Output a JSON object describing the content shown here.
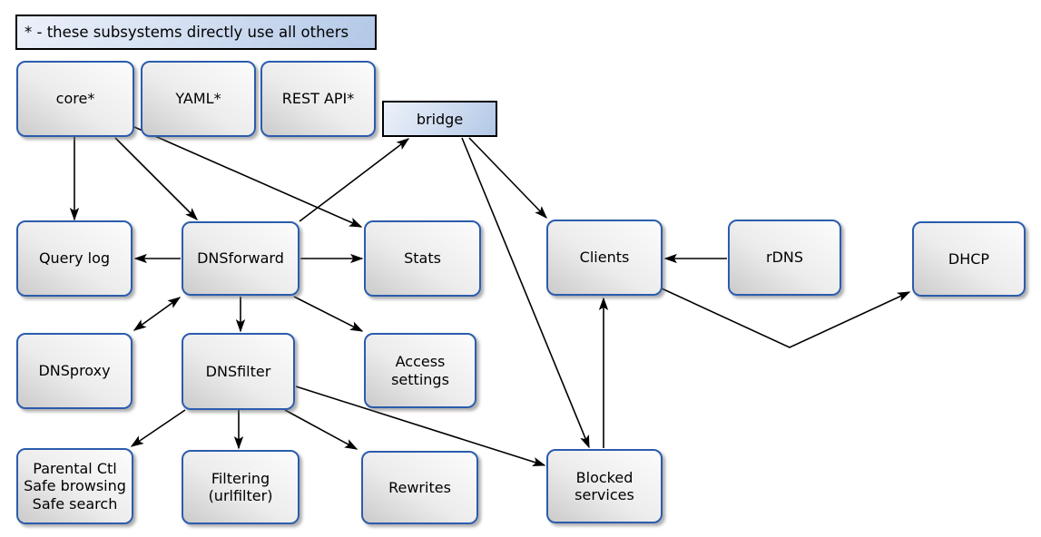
{
  "legend": {
    "text": "* - these subsystems directly use all others"
  },
  "nodes": {
    "core": {
      "label": "core*"
    },
    "yaml": {
      "label": "YAML*"
    },
    "restapi": {
      "label": "REST API*"
    },
    "bridge": {
      "label": "bridge"
    },
    "querylog": {
      "label": "Query log"
    },
    "dnsforward": {
      "label": "DNSforward"
    },
    "stats": {
      "label": "Stats"
    },
    "clients": {
      "label": "Clients"
    },
    "rdns": {
      "label": "rDNS"
    },
    "dhcp": {
      "label": "DHCP"
    },
    "dnsproxy": {
      "label": "DNSproxy"
    },
    "dnsfilter": {
      "label": "DNSfilter"
    },
    "access": {
      "lines": [
        "Access",
        "settings"
      ]
    },
    "parental": {
      "lines": [
        "Parental Ctl",
        "Safe browsing",
        "Safe search"
      ]
    },
    "filtering": {
      "lines": [
        "Filtering",
        "(urlfilter)"
      ]
    },
    "rewrites": {
      "label": "Rewrites"
    },
    "blocked": {
      "lines": [
        "Blocked",
        "services"
      ]
    }
  },
  "edges": [
    {
      "from": "core",
      "to": "querylog"
    },
    {
      "from": "core",
      "to": "dnsforward"
    },
    {
      "from": "core",
      "to": "stats"
    },
    {
      "from": "dnsforward",
      "to": "querylog"
    },
    {
      "from": "dnsforward",
      "to": "stats"
    },
    {
      "from": "dnsforward",
      "to": "bridge"
    },
    {
      "from": "bridge",
      "to": "clients"
    },
    {
      "from": "bridge",
      "to": "blocked"
    },
    {
      "from": "dnsforward",
      "to": "dnsproxy",
      "bidirectional": true
    },
    {
      "from": "dnsforward",
      "to": "dnsfilter"
    },
    {
      "from": "dnsforward",
      "to": "access"
    },
    {
      "from": "dnsfilter",
      "to": "parental"
    },
    {
      "from": "dnsfilter",
      "to": "filtering"
    },
    {
      "from": "dnsfilter",
      "to": "rewrites"
    },
    {
      "from": "dnsfilter",
      "to": "blocked"
    },
    {
      "from": "blocked",
      "to": "clients"
    },
    {
      "from": "rdns",
      "to": "clients"
    },
    {
      "from": "clients",
      "to": "dhcp"
    }
  ],
  "colors": {
    "node_border": "#2b5cad",
    "edge_line": "#000000",
    "blue_fill_light": "#ecf1fa",
    "blue_fill_dark": "#b2c8e7",
    "gray_fill_light": "#fcfcfc",
    "gray_fill_dark": "#cbcbcb",
    "background": "#ffffff"
  }
}
